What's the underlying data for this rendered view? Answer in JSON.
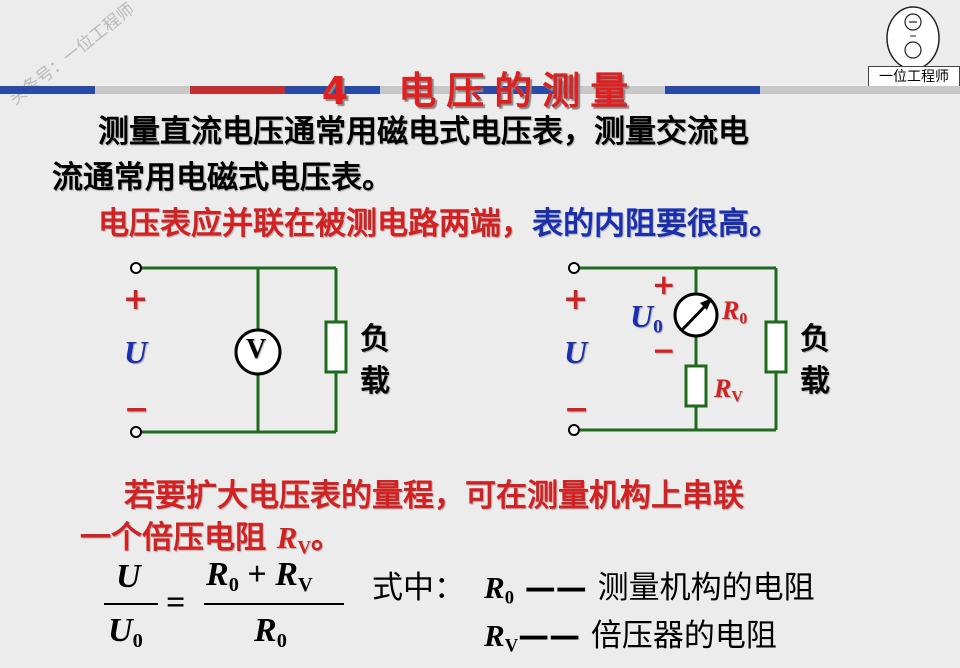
{
  "watermark": "头条号：一位工程师",
  "logo": {
    "label": "一位工程师"
  },
  "title": {
    "number": "4",
    "text": "电压的测量"
  },
  "para1": {
    "line1": "测量直流电压通常用磁电式电压表，测量交流电",
    "line2": "流通常用电磁式电压表。"
  },
  "para2": {
    "red": "电压表应并联在被测电路两端，",
    "blue": "表的内阻要很高。"
  },
  "circuit_left": {
    "plus": "+",
    "voltage": "U",
    "minus": "−",
    "meter": "V",
    "load1": "负",
    "load2": "载"
  },
  "circuit_right": {
    "plus": "+",
    "voltage": "U",
    "minus": "−",
    "meter_plus": "+",
    "meter_u": "U",
    "meter_u_sub": "0",
    "meter_minus": "−",
    "r0": "R",
    "r0_sub": "0",
    "rv": "R",
    "rv_sub": "V",
    "load1": "负",
    "load2": "载"
  },
  "para3": {
    "line1": "若要扩大电压表的量程，可在测量机构上串联",
    "line2_pre": "一个倍压电阻 ",
    "line2_r": "R",
    "line2_sub": "V",
    "line2_post": "。"
  },
  "formula": {
    "num_left": "U",
    "den_left": "U",
    "den_left_sub": "0",
    "eq": "=",
    "num_r1": "R",
    "num_r1_sub": "0",
    "plus": "+",
    "num_r2": "R",
    "num_r2_sub": "V",
    "den_right": "R",
    "den_right_sub": "0"
  },
  "legend": {
    "prefix": "式中：",
    "row1": {
      "sym": "R",
      "sub": "0",
      "dash": "——",
      "desc": "测量机构的电阻"
    },
    "row2": {
      "sym": "R",
      "sub": "V",
      "dash": "——",
      "desc": "倍压器的电阻"
    }
  },
  "colors": {
    "wire": "#1e6b1e",
    "title": "#e02020",
    "red_text": "#d42020",
    "blue_text": "#1a2fb0"
  }
}
